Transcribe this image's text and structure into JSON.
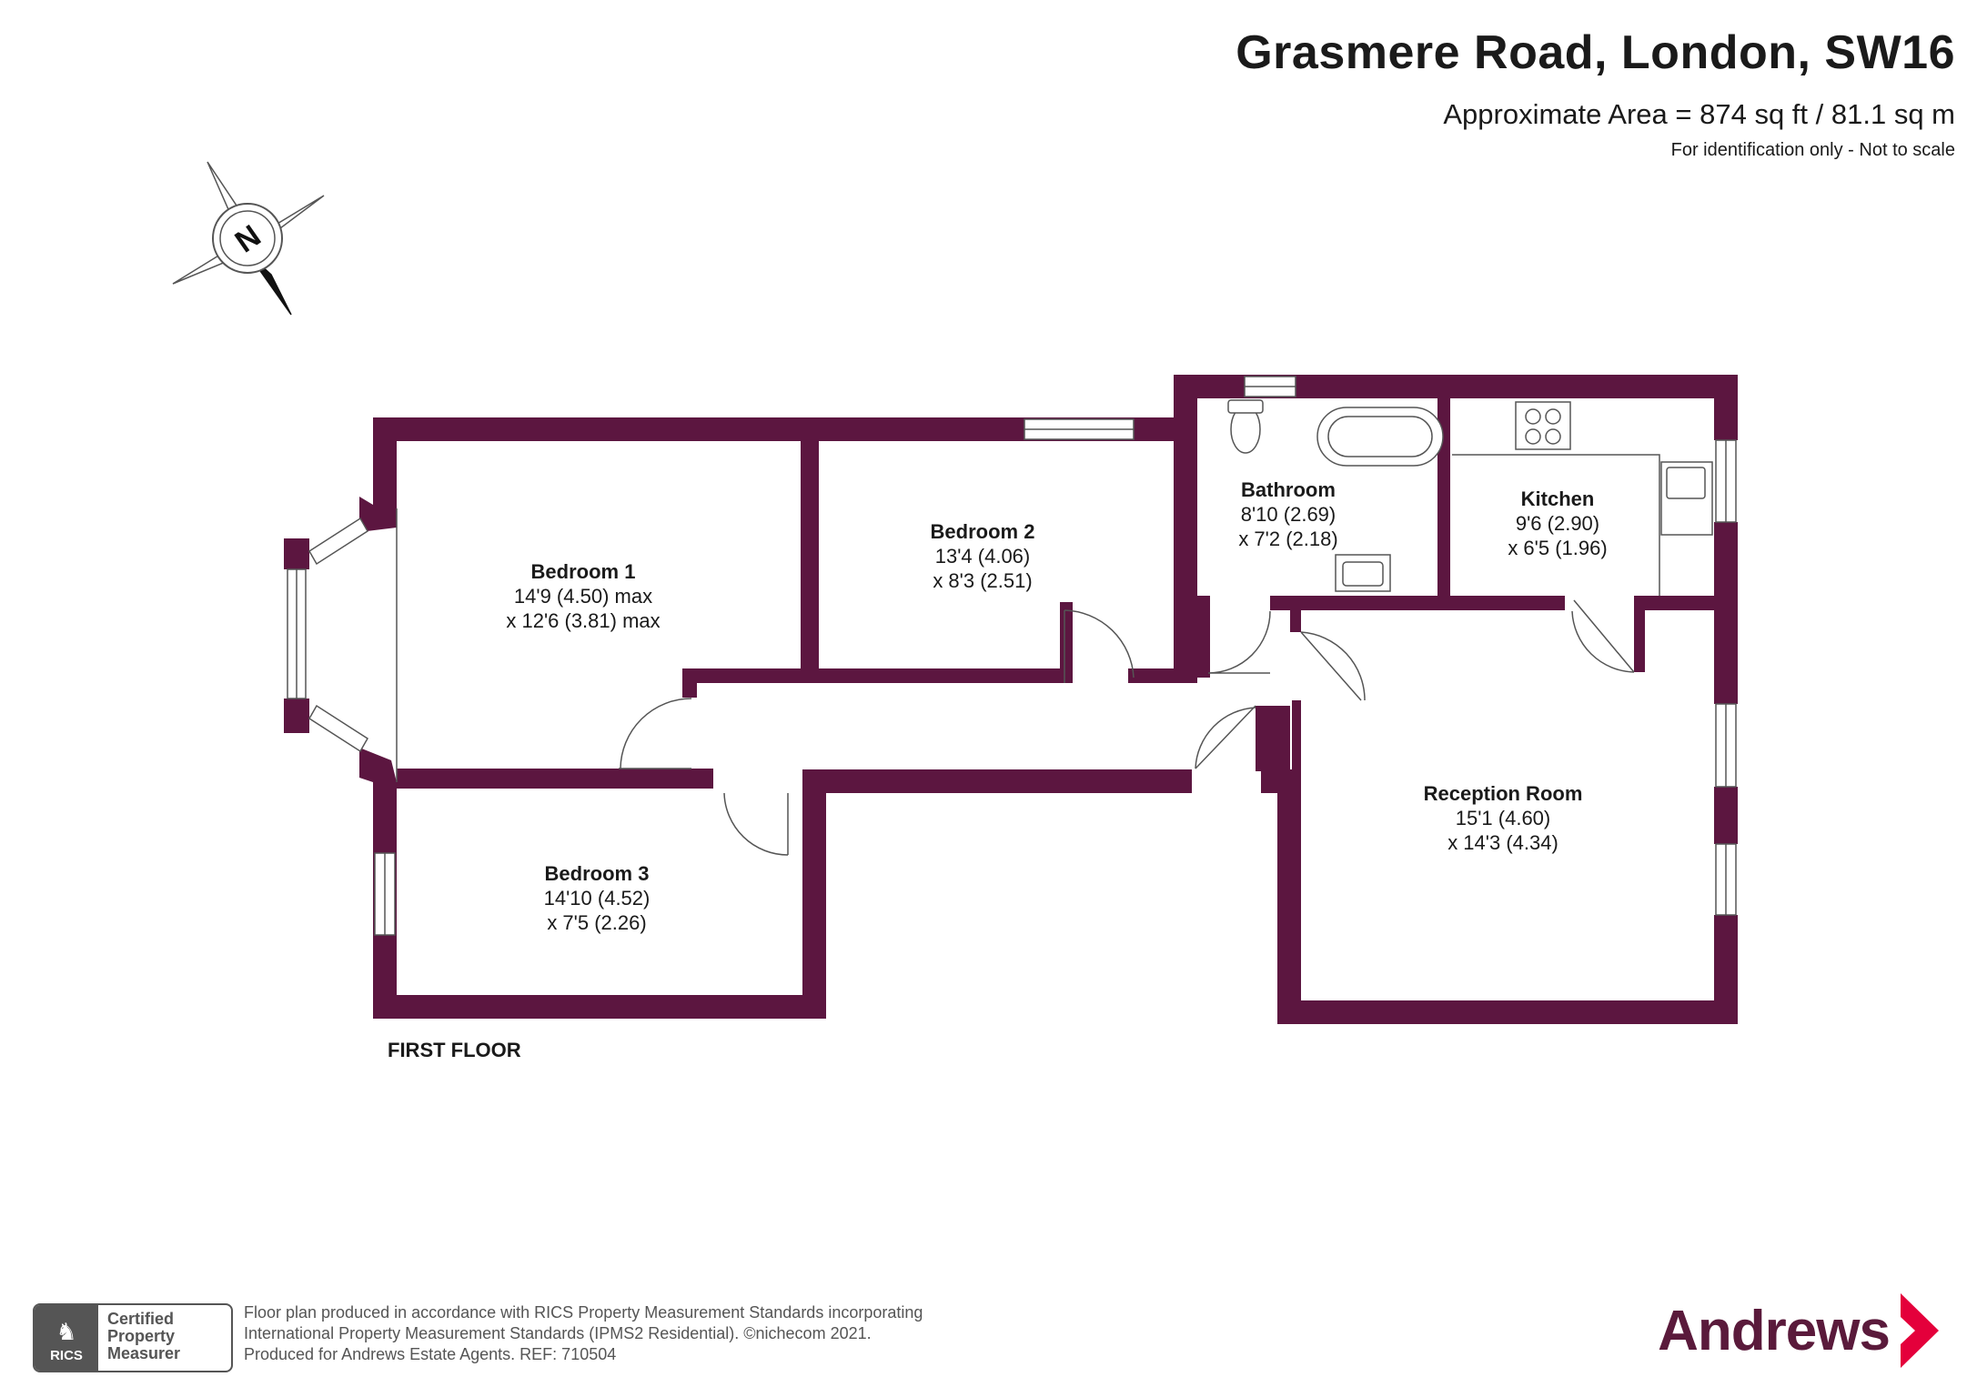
{
  "header": {
    "title": "Grasmere Road, London, SW16",
    "area": "Approximate Area = 874 sq ft / 81.1 sq m",
    "note": "For identification only - Not to scale"
  },
  "compass": {
    "label": "N"
  },
  "rooms": {
    "bedroom1": {
      "name": "Bedroom 1",
      "dim1": "14'9 (4.50) max",
      "dim2": "x 12'6 (3.81) max"
    },
    "bedroom2": {
      "name": "Bedroom 2",
      "dim1": "13'4 (4.06)",
      "dim2": "x 8'3 (2.51)"
    },
    "bathroom": {
      "name": "Bathroom",
      "dim1": "8'10 (2.69)",
      "dim2": "x 7'2 (2.18)"
    },
    "kitchen": {
      "name": "Kitchen",
      "dim1": "9'6 (2.90)",
      "dim2": "x 6'5 (1.96)"
    },
    "reception": {
      "name": "Reception Room",
      "dim1": "15'1 (4.60)",
      "dim2": "x 14'3 (4.34)"
    },
    "bedroom3": {
      "name": "Bedroom 3",
      "dim1": "14'10 (4.52)",
      "dim2": "x 7'5 (2.26)"
    }
  },
  "floor_label": "FIRST FLOOR",
  "footer": {
    "line1": "Floor plan produced in accordance with RICS Property Measurement Standards incorporating",
    "line2": "International Property Measurement Standards (IPMS2 Residential).   ©nichecom 2021.",
    "line3": "Produced for Andrews Estate Agents.   REF:   710504"
  },
  "rics_badge": {
    "logo_text": "RICS",
    "line1": "Certified",
    "line2": "Property",
    "line3": "Measurer"
  },
  "brand": {
    "name": "Andrews"
  },
  "colors": {
    "wall": "#5c1640",
    "brand": "#5a1a3b",
    "chevron": "#e4003b"
  }
}
